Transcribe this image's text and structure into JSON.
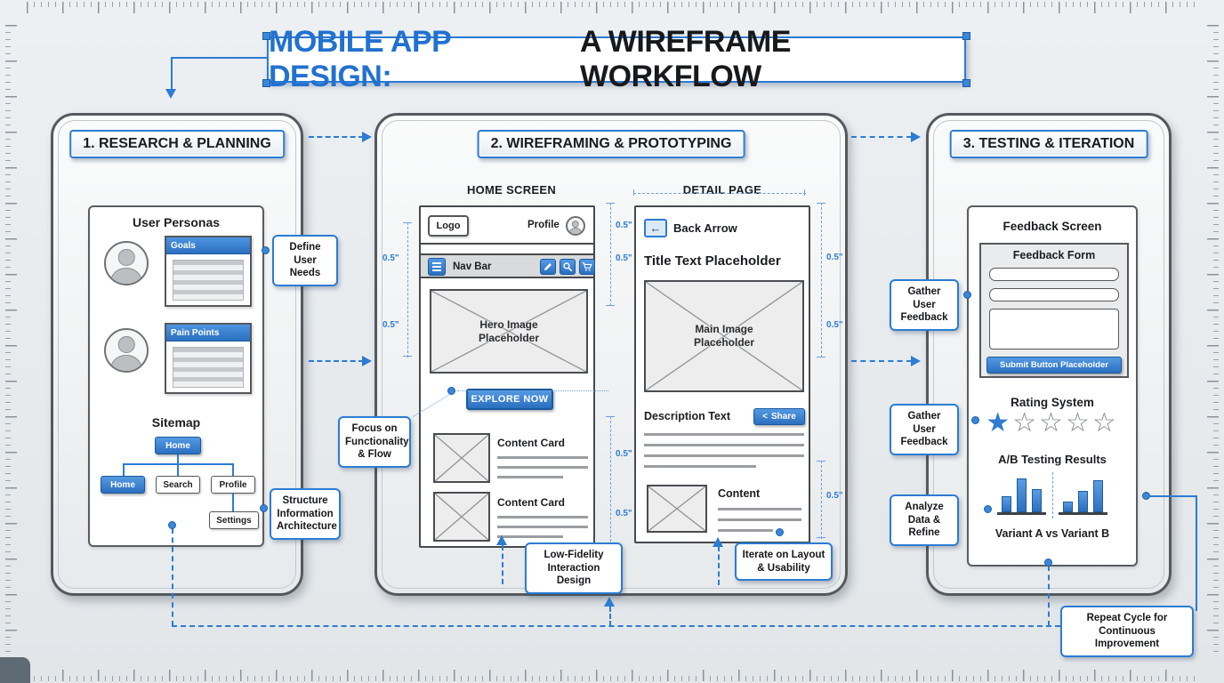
{
  "title": {
    "lead": "MOBILE APP DESIGN:",
    "rest": "A WIREFRAME WORKFLOW"
  },
  "measure_label": "0.5\"",
  "panel1": {
    "heading": "1. RESEARCH & PLANNING",
    "personas_title": "User Personas",
    "card1_header": "Goals",
    "card2_header": "Pain Points",
    "sitemap_title": "Sitemap",
    "root": "Home",
    "child1": "Home",
    "child2": "Search",
    "child3": "Profile",
    "child4": "Settings",
    "ann_define": "Define User Needs",
    "ann_structure": "Structure Information Architecture"
  },
  "panel2": {
    "heading": "2. WIREFRAMING & PROTOTYPING",
    "home_label": "HOME SCREEN",
    "detail_label": "DETAIL PAGE",
    "logo": "Logo",
    "profile": "Profile",
    "navbar": "Nav Bar",
    "hero": "Hero Image Placeholder",
    "cta": "EXPLORE NOW",
    "card_title": "Content Card",
    "back": "Back Arrow",
    "back_icon": "←",
    "detail_title": "Title Text Placeholder",
    "main_image": "Main Image Placeholder",
    "description": "Description Text",
    "share": "Share",
    "share_icon": "<",
    "content": "Content",
    "ann_focus": "Focus on Functionality & Flow",
    "ann_lowfi": "Low-Fidelity Interaction Design",
    "ann_iterate": "Iterate on Layout & Usability"
  },
  "panel3": {
    "heading": "3. TESTING & ITERATION",
    "screen_title": "Feedback Screen",
    "form_title": "Feedback Form",
    "submit": "Submit Button Placeholder",
    "rating_title": "Rating System",
    "rating": {
      "filled": 1,
      "total": 5
    },
    "ab_title": "A/B Testing Results",
    "variants": "Variant A vs Variant B",
    "ann_gather": "Gather User Feedback",
    "ann_analyze": "Analyze Data & Refine",
    "ann_repeat": "Repeat Cycle for Continuous Improvement"
  },
  "chart_data": {
    "type": "bar",
    "title": "A/B Testing Results",
    "series": [
      {
        "name": "Variant A",
        "values": [
          1.8,
          3.8,
          2.6
        ]
      },
      {
        "name": "Variant B",
        "values": [
          1.2,
          2.4,
          3.6
        ]
      }
    ],
    "xlabel": "Variant A vs Variant B",
    "ylabel": "",
    "note": "unlabeled axes; values are relative bar heights"
  }
}
